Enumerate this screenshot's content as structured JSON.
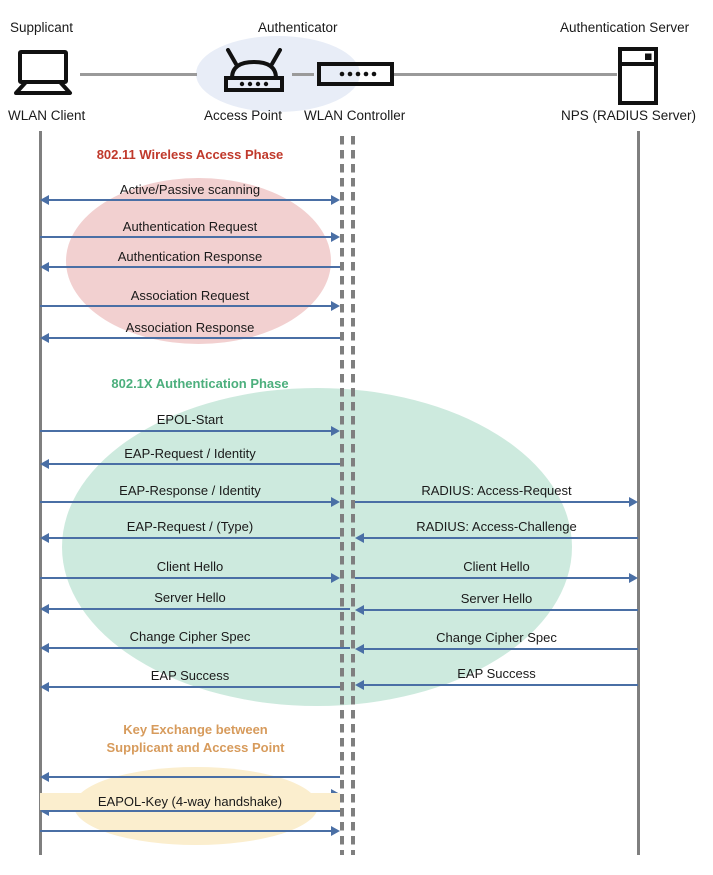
{
  "diagram": {
    "title": "802.1X / WPA2-Enterprise WLAN authentication sequence",
    "colors": {
      "arrow": "#4a6fa5",
      "lifeline": "#7f7f7f",
      "authenticator_blob": "#e8edf7",
      "phase1_fill": "#f2d0d0",
      "phase1_text": "#c0392b",
      "phase2_fill": "#cdeade",
      "phase2_text": "#4caf7d",
      "phase3_fill": "#fbeece",
      "phase3_text": "#d79b5c"
    }
  },
  "actors": [
    {
      "role": "Supplicant",
      "name": "WLAN Client",
      "icon": "laptop-icon"
    },
    {
      "role": "Authenticator",
      "name": "Access Point",
      "icon": "wireless-router-icon"
    },
    {
      "role": "",
      "name": "WLAN Controller",
      "icon": "wlan-controller-icon"
    },
    {
      "role": "Authentication Server",
      "name": "NPS (RADIUS Server)",
      "icon": "server-rack-icon"
    }
  ],
  "phases": [
    {
      "id": "wireless-access",
      "caption": "802.11 Wireless Access Phase",
      "messages": [
        "Active/Passive scanning",
        "Authentication Request",
        "Authentication Response",
        "Association Request",
        "Association Response"
      ]
    },
    {
      "id": "dot1x-authentication",
      "caption": "802.1X Authentication Phase",
      "messages_left": [
        "EPOL-Start",
        "EAP-Request / Identity",
        "EAP-Response / Identity",
        "EAP-Request / (Type)",
        "Client Hello",
        "Server Hello",
        "Change Cipher Spec",
        "EAP Success"
      ],
      "messages_right": [
        "RADIUS: Access-Request",
        "RADIUS: Access-Challenge",
        "Client Hello",
        "Server Hello",
        "Change Cipher Spec",
        "EAP Success"
      ]
    },
    {
      "id": "key-exchange",
      "caption_line1": "Key Exchange between",
      "caption_line2": "Supplicant and Access Point",
      "messages": [
        "EAPOL-Key (4-way handshake)"
      ]
    }
  ]
}
